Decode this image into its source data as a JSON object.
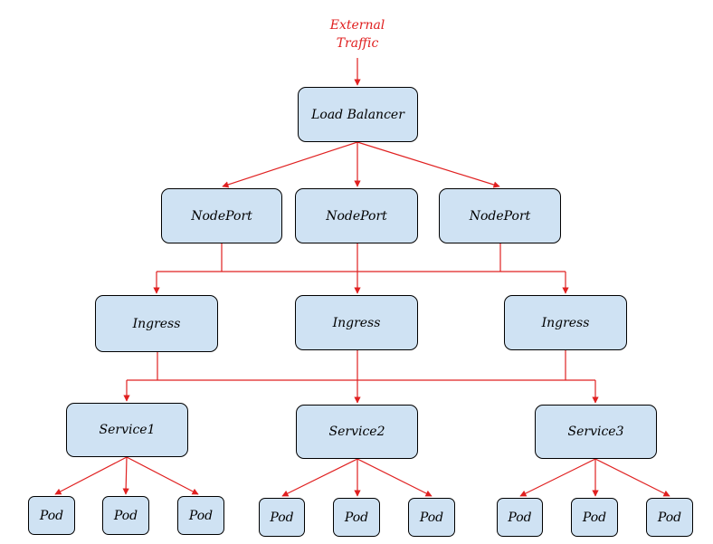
{
  "diagram": {
    "external": {
      "line1": "External",
      "line2": "Traffic"
    },
    "load_balancer": {
      "label": "Load Balancer"
    },
    "nodeports": [
      {
        "label": "NodePort"
      },
      {
        "label": "NodePort"
      },
      {
        "label": "NodePort"
      }
    ],
    "ingresses": [
      {
        "label": "Ingress"
      },
      {
        "label": "Ingress"
      },
      {
        "label": "Ingress"
      }
    ],
    "services": [
      {
        "label": "Service1"
      },
      {
        "label": "Service2"
      },
      {
        "label": "Service3"
      }
    ],
    "pods": [
      {
        "label": "Pod"
      },
      {
        "label": "Pod"
      },
      {
        "label": "Pod"
      },
      {
        "label": "Pod"
      },
      {
        "label": "Pod"
      },
      {
        "label": "Pod"
      },
      {
        "label": "Pod"
      },
      {
        "label": "Pod"
      },
      {
        "label": "Pod"
      }
    ]
  },
  "colors": {
    "node_fill": "#cfe2f3",
    "node_border": "#000000",
    "edge": "#e02020",
    "external_text": "#e02020"
  }
}
